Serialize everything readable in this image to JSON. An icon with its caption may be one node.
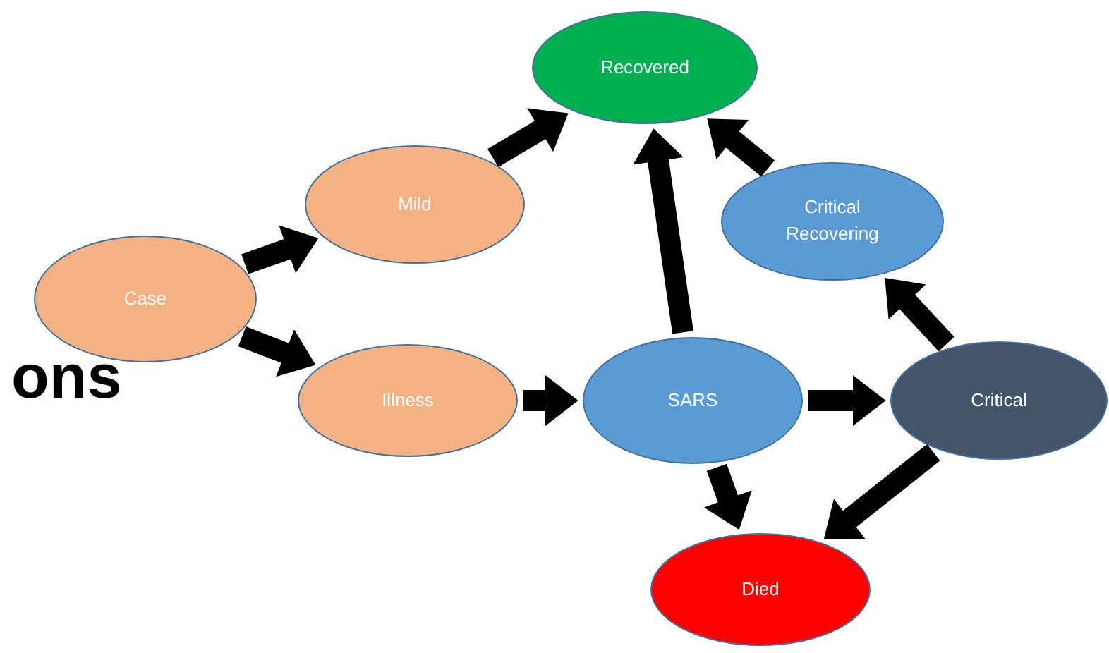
{
  "diagram": {
    "nodes": [
      {
        "text": [
          "Case"
        ]
      },
      {
        "text": [
          "Mild"
        ]
      },
      {
        "text": [
          "Illness"
        ]
      },
      {
        "text": [
          "Recovered"
        ]
      },
      {
        "text": [
          "Critical Recovering"
        ]
      },
      {
        "text": [
          "SARS"
        ]
      },
      {
        "text": [
          "Critical"
        ]
      },
      {
        "text": [
          "Died"
        ]
      }
    ],
    "edges": [
      {
        "from": 0,
        "to": 1,
        "arrow": "to"
      },
      {
        "from": 0,
        "to": 2,
        "arrow": "to"
      },
      {
        "from": 1,
        "to": 3,
        "arrow": "to"
      },
      {
        "from": 2,
        "to": 5,
        "arrow": "to"
      },
      {
        "from": 5,
        "to": 3,
        "arrow": "to"
      },
      {
        "from": 5,
        "to": 6,
        "arrow": "to"
      },
      {
        "from": 5,
        "to": 7,
        "arrow": "to"
      },
      {
        "from": 6,
        "to": 4,
        "arrow": "to"
      },
      {
        "from": 4,
        "to": 3,
        "arrow": "to"
      },
      {
        "from": 6,
        "to": 7,
        "arrow": "to"
      }
    ],
    "labels": [
      "ons"
    ]
  }
}
